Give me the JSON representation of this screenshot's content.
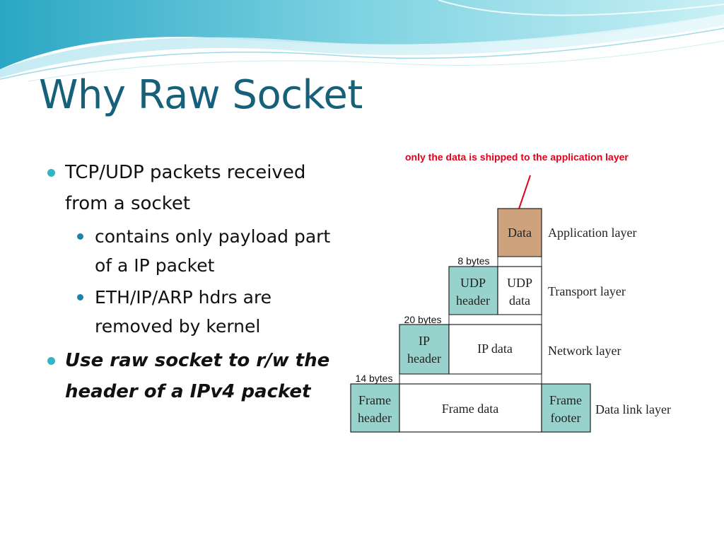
{
  "slide": {
    "title": "Why Raw Socket",
    "bullets": [
      {
        "text": "TCP/UDP packets received from a socket",
        "sub": [
          "contains only payload part of a IP packet",
          "ETH/IP/ARP hdrs are removed by kernel"
        ]
      },
      {
        "text": "Use raw socket to r/w the header of a IPv4 packet",
        "sub": []
      }
    ]
  },
  "diagram": {
    "caption": "only the data is shipped to the application layer",
    "sizes": {
      "udp": "8 bytes",
      "ip": "20 bytes",
      "frame": "14 bytes"
    },
    "blocks": {
      "app_data": "Data",
      "udp_header": [
        "UDP",
        "header"
      ],
      "udp_data": [
        "UDP",
        "data"
      ],
      "ip_header": [
        "IP",
        "header"
      ],
      "ip_data": "IP data",
      "frame_header": [
        "Frame",
        "header"
      ],
      "frame_data": "Frame data",
      "frame_footer": [
        "Frame",
        "footer"
      ]
    },
    "layers": {
      "application": "Application layer",
      "transport": "Transport layer",
      "network": "Network layer",
      "data_link": "Data link layer"
    },
    "colors": {
      "header_fill": "#97d3cc",
      "app_fill": "#cfa27e",
      "arrow": "#e2001a",
      "title": "#17607a"
    }
  }
}
